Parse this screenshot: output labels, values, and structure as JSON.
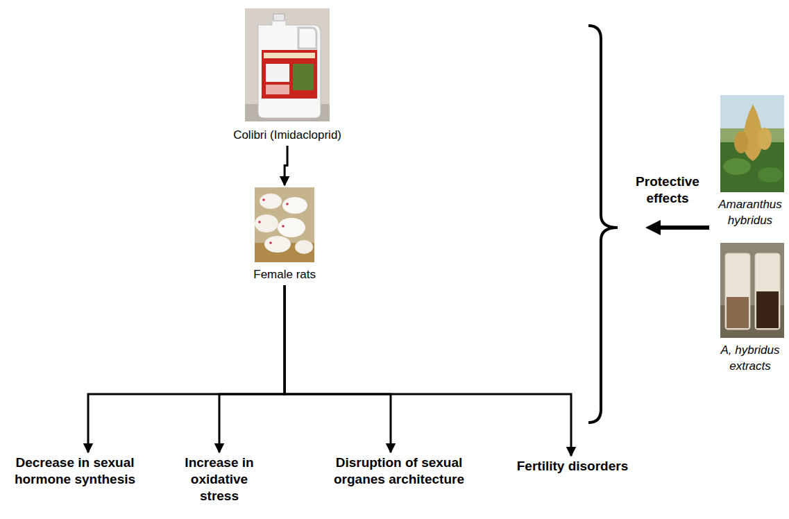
{
  "diagram": {
    "nodes": [
      {
        "text": [
          "Colibri (Imidacloprid)"
        ]
      },
      {
        "text": [
          "Female rats"
        ]
      },
      {
        "text": [
          "Decrease in sexual hormone synthesis"
        ]
      },
      {
        "text": [
          "Increase in oxidative stress"
        ]
      },
      {
        "text": [
          "Disruption of sexual organes architecture"
        ]
      },
      {
        "text": [
          "Fertility disorders"
        ]
      },
      {
        "text": [
          "Amaranthus hybridus"
        ]
      },
      {
        "text": [
          "A, hybridus extracts"
        ]
      }
    ],
    "edges": [
      {
        "from": 0,
        "to": 1,
        "arrow": "to"
      },
      {
        "from": 1,
        "to": 2,
        "arrow": "to"
      },
      {
        "from": 1,
        "to": 3,
        "arrow": "to"
      },
      {
        "from": 1,
        "to": 4,
        "arrow": "to"
      },
      {
        "from": 1,
        "to": 5,
        "arrow": "to"
      }
    ],
    "labels": [
      "Protective effects"
    ]
  }
}
